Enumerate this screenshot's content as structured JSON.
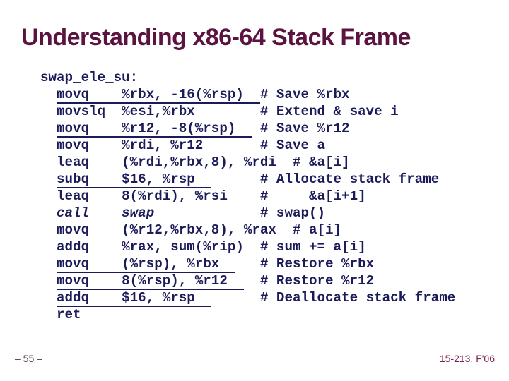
{
  "slide": {
    "title": "Understanding x86-64 Stack Frame",
    "footer": {
      "left": "– 55 –",
      "right": "15-213, F'06"
    },
    "colors": {
      "background": "#ffffff",
      "title_text": "#5b1440",
      "code_text": "#1b1b5a",
      "footer_left_text": "#554052",
      "footer_right_text": "#7c2450"
    },
    "code": {
      "label": "swap_ele_su:",
      "lines": [
        {
          "instr": "movq    %rbx, -16(%rsp)",
          "pad": 2,
          "comment": "# Save %rbx",
          "underline": true,
          "italic": false
        },
        {
          "instr": "movslq  %esi,%rbx",
          "pad": 8,
          "comment": "# Extend & save i",
          "underline": false,
          "italic": false
        },
        {
          "instr": "movq    %r12, -8(%rsp)",
          "pad": 3,
          "comment": "# Save %r12",
          "underline": true,
          "italic": false
        },
        {
          "instr": "movq    %rdi, %r12",
          "pad": 7,
          "comment": "# Save a",
          "underline": false,
          "italic": false
        },
        {
          "instr": "leaq    (%rdi,%rbx,8), %rdi",
          "pad": 2,
          "comment": "# &a[i]",
          "underline": false,
          "italic": false
        },
        {
          "instr": "subq    $16, %rsp",
          "pad": 8,
          "comment": "# Allocate stack frame",
          "underline": true,
          "italic": false
        },
        {
          "instr": "leaq    8(%rdi), %rsi",
          "pad": 4,
          "comment": "#     &a[i+1]",
          "underline": false,
          "italic": false
        },
        {
          "instr": "call    swap",
          "pad": 13,
          "comment": "# swap()",
          "underline": false,
          "italic": true
        },
        {
          "instr": "movq    (%r12,%rbx,8), %rax",
          "pad": 2,
          "comment": "# a[i]",
          "underline": false,
          "italic": false
        },
        {
          "instr": "addq    %rax, sum(%rip)",
          "pad": 2,
          "comment": "# sum += a[i]",
          "underline": false,
          "italic": false
        },
        {
          "instr": "movq    (%rsp), %rbx",
          "pad": 5,
          "comment": "# Restore %rbx",
          "underline": true,
          "italic": false
        },
        {
          "instr": "movq    8(%rsp), %r12",
          "pad": 4,
          "comment": "# Restore %r12",
          "underline": true,
          "italic": false
        },
        {
          "instr": "addq    $16, %rsp",
          "pad": 8,
          "comment": "# Deallocate stack frame",
          "underline": true,
          "italic": false
        },
        {
          "instr": "ret",
          "pad": 0,
          "comment": "",
          "underline": false,
          "italic": false
        }
      ]
    }
  }
}
